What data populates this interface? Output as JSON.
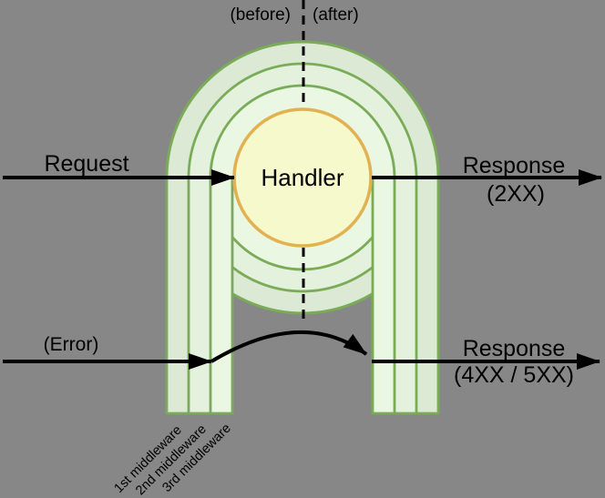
{
  "diagram": {
    "before_label": "(before)",
    "after_label": "(after)",
    "request_label": "Request",
    "handler_label": "Handler",
    "response_success": {
      "line1": "Response",
      "line2": "(2XX)"
    },
    "error_label": "(Error)",
    "response_error": {
      "line1": "Response",
      "line2": "(4XX / 5XX)"
    },
    "middleware_labels": [
      "1st middleware",
      "2nd middleware",
      "3rd middleware"
    ]
  },
  "colors": {
    "background": "#878787",
    "outline_green": "#7aac58",
    "middleware1_fill": "#dcead5",
    "middleware2_fill": "#e3f1dd",
    "middleware3_fill": "#e9f7e3",
    "core_fill": "#e8f5e1",
    "handler_fill": "#f5f9cb",
    "handler_stroke": "#e1b152",
    "arrow_black": "#000000"
  }
}
